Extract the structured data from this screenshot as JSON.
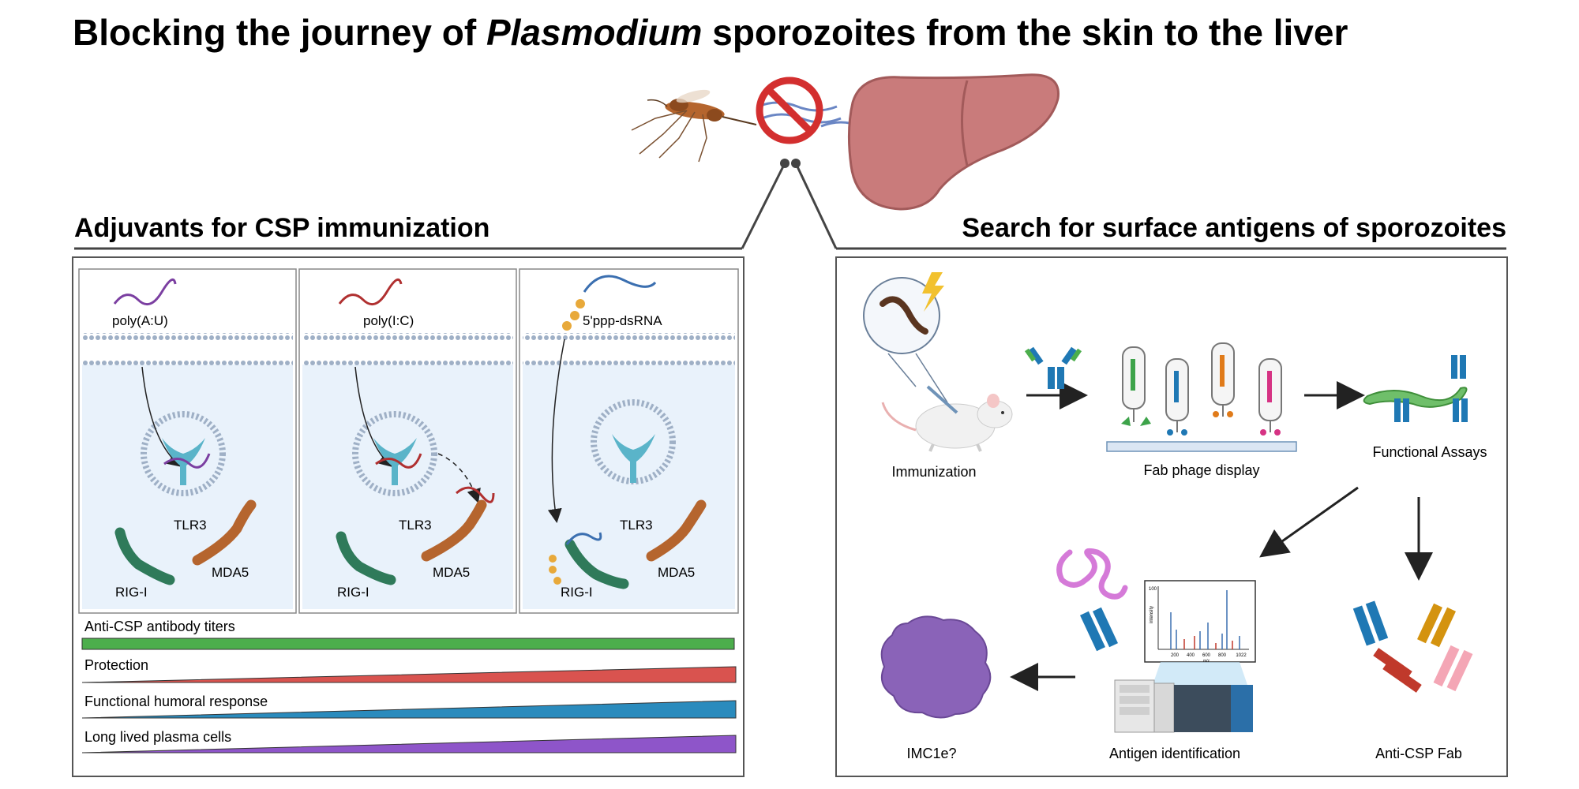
{
  "title": {
    "prefix": "Blocking the journey of ",
    "italic": "Plasmodium",
    "suffix": " sporozoites from the skin to the liver"
  },
  "left_panel": {
    "heading": "Adjuvants for CSP immunization",
    "columns": [
      {
        "ligand": "poly(A:U)",
        "receptors": [
          "TLR3",
          "MDA5",
          "RIG-I"
        ]
      },
      {
        "ligand": "poly(I:C)",
        "receptors": [
          "TLR3",
          "MDA5",
          "RIG-I"
        ]
      },
      {
        "ligand": "5'ppp-dsRNA",
        "receptors": [
          "TLR3",
          "MDA5",
          "RIG-I"
        ]
      }
    ],
    "bars": [
      {
        "label": "Anti-CSP antibody titers",
        "color": "#4cae4c",
        "shape": "flat"
      },
      {
        "label": "Protection",
        "color": "#d9534f",
        "shape": "wedge"
      },
      {
        "label": "Functional humoral response",
        "color": "#2a8bbd",
        "shape": "wedge"
      },
      {
        "label": "Long lived plasma cells",
        "color": "#8e55c9",
        "shape": "wedge"
      }
    ]
  },
  "right_panel": {
    "heading": "Search for surface antigens of sporozoites",
    "steps": {
      "immunization": "Immunization",
      "phage": "Fab phage display",
      "assays": "Functional Assays",
      "antigen_id": "Antigen identification",
      "imc": "IMC1e?",
      "fab": "Anti-CSP Fab"
    },
    "ms_plot": {
      "x_ticks": [
        "200",
        "400",
        "600",
        "800",
        "1022"
      ],
      "x_label": "m/z",
      "y_label": "intensity",
      "y_top": "100"
    }
  },
  "colors": {
    "membrane": "#9fb0c6",
    "cytoplasm": "#e9f2fb",
    "tlr3": "#5ab4c9",
    "mda5": "#b5652e",
    "rigi": "#2f7a5a",
    "antibody_blue": "#1f78b4",
    "antibody_red": "#c0392b",
    "antibody_orange": "#d4930f",
    "antibody_pink": "#f4a6b5",
    "protein_purple": "#8a63b8"
  }
}
